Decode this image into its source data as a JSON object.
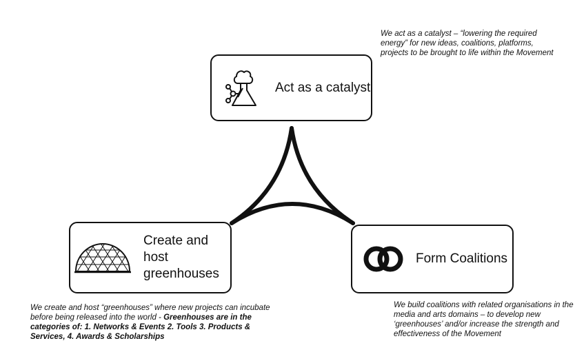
{
  "nodes": {
    "catalyst": {
      "label": "Act as a catalyst",
      "icon": "flask-icon",
      "description": "We act as a catalyst – “lowering the required energy” for new ideas, coalitions, platforms, projects to be brought to life within the Movement"
    },
    "greenhouses": {
      "label": "Create and host greenhouses",
      "icon": "geodesic-dome-icon",
      "description_plain": "We create and host “greenhouses” where new projects can incubate before being released into the world - ",
      "description_bold": "Greenhouses are in the categories of: 1. Networks & Events 2. Tools 3. Products & Services, 4. Awards & Scholarships"
    },
    "coalitions": {
      "label": "Form Coalitions",
      "icon": "linked-rings-icon",
      "description": "We build coalitions with related organisations in the media and arts domains – to develop new ‘greenhouses’ and/or increase the strength and effectiveness of the Movement"
    }
  },
  "colors": {
    "stroke": "#111111",
    "background": "#ffffff"
  }
}
